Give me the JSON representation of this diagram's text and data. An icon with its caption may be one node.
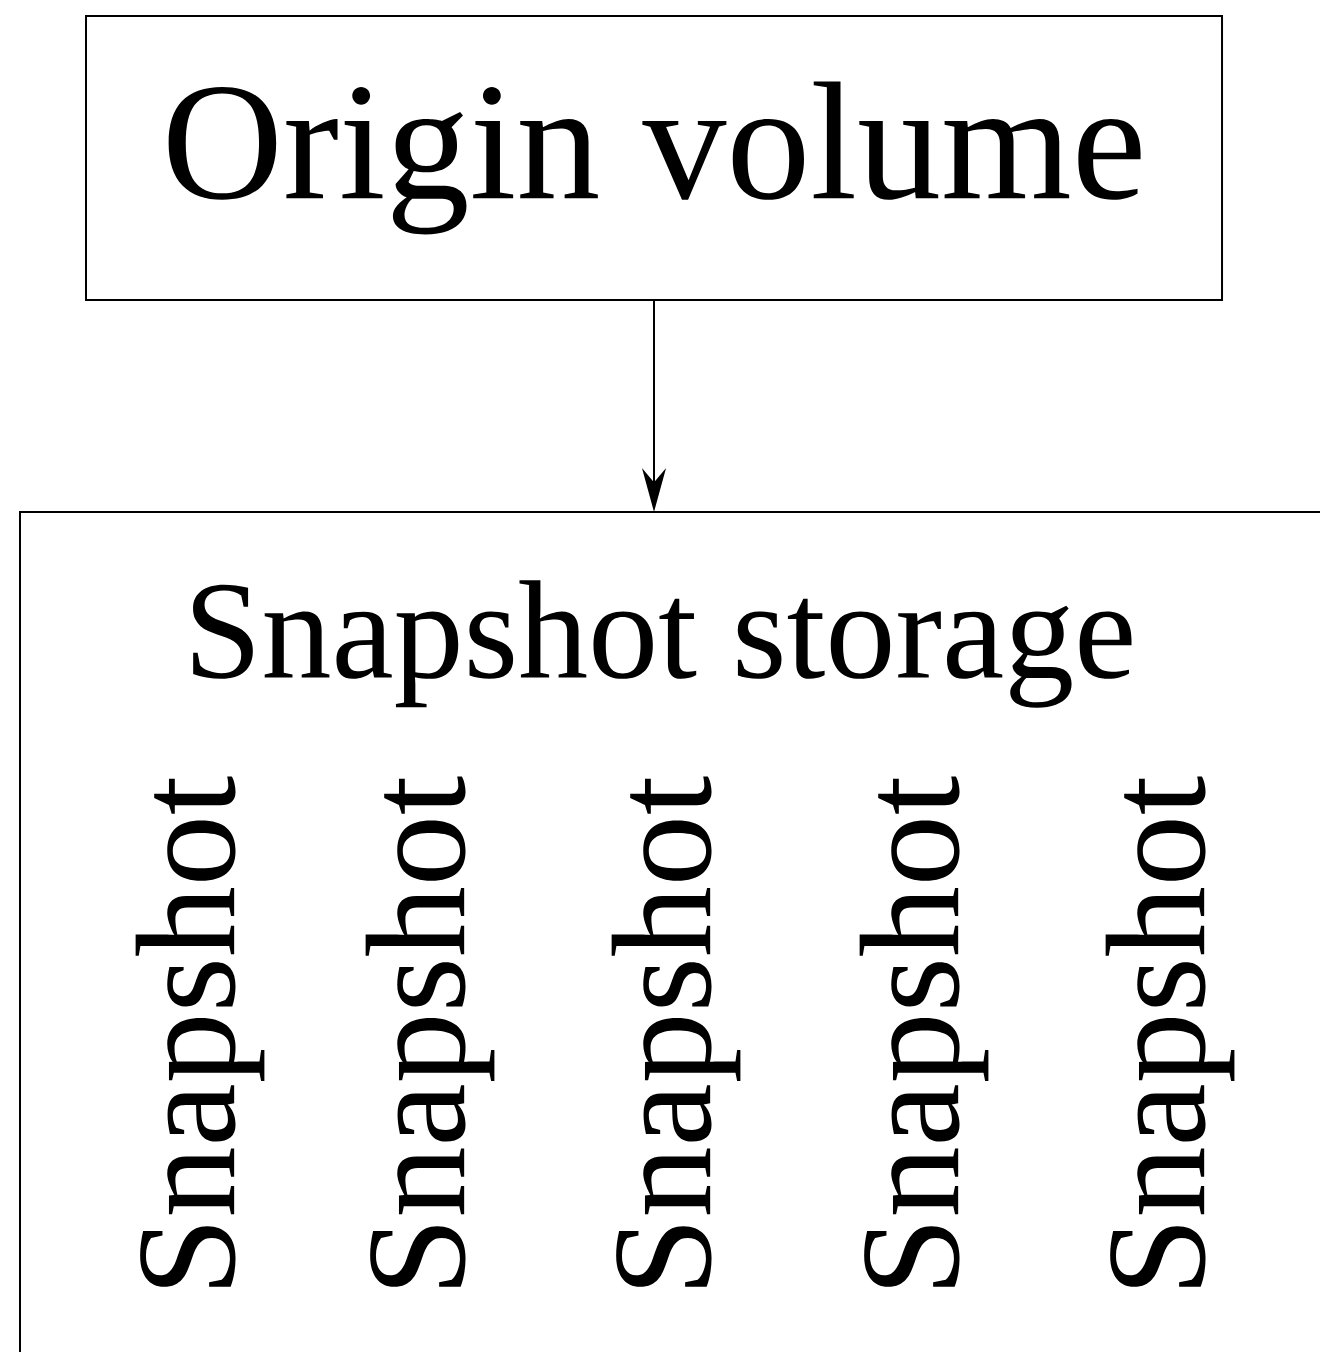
{
  "diagram": {
    "nodes": [
      {
        "text": [
          "Origin volume"
        ]
      },
      {
        "text": [
          "Snapshot storage"
        ]
      }
    ],
    "edges": [
      {
        "from": 0,
        "to": 1,
        "arrow": "to"
      }
    ],
    "labels": [
      "Snapshot",
      "Snapshot",
      "Snapshot",
      "Snapshot",
      "Snapshot"
    ]
  }
}
